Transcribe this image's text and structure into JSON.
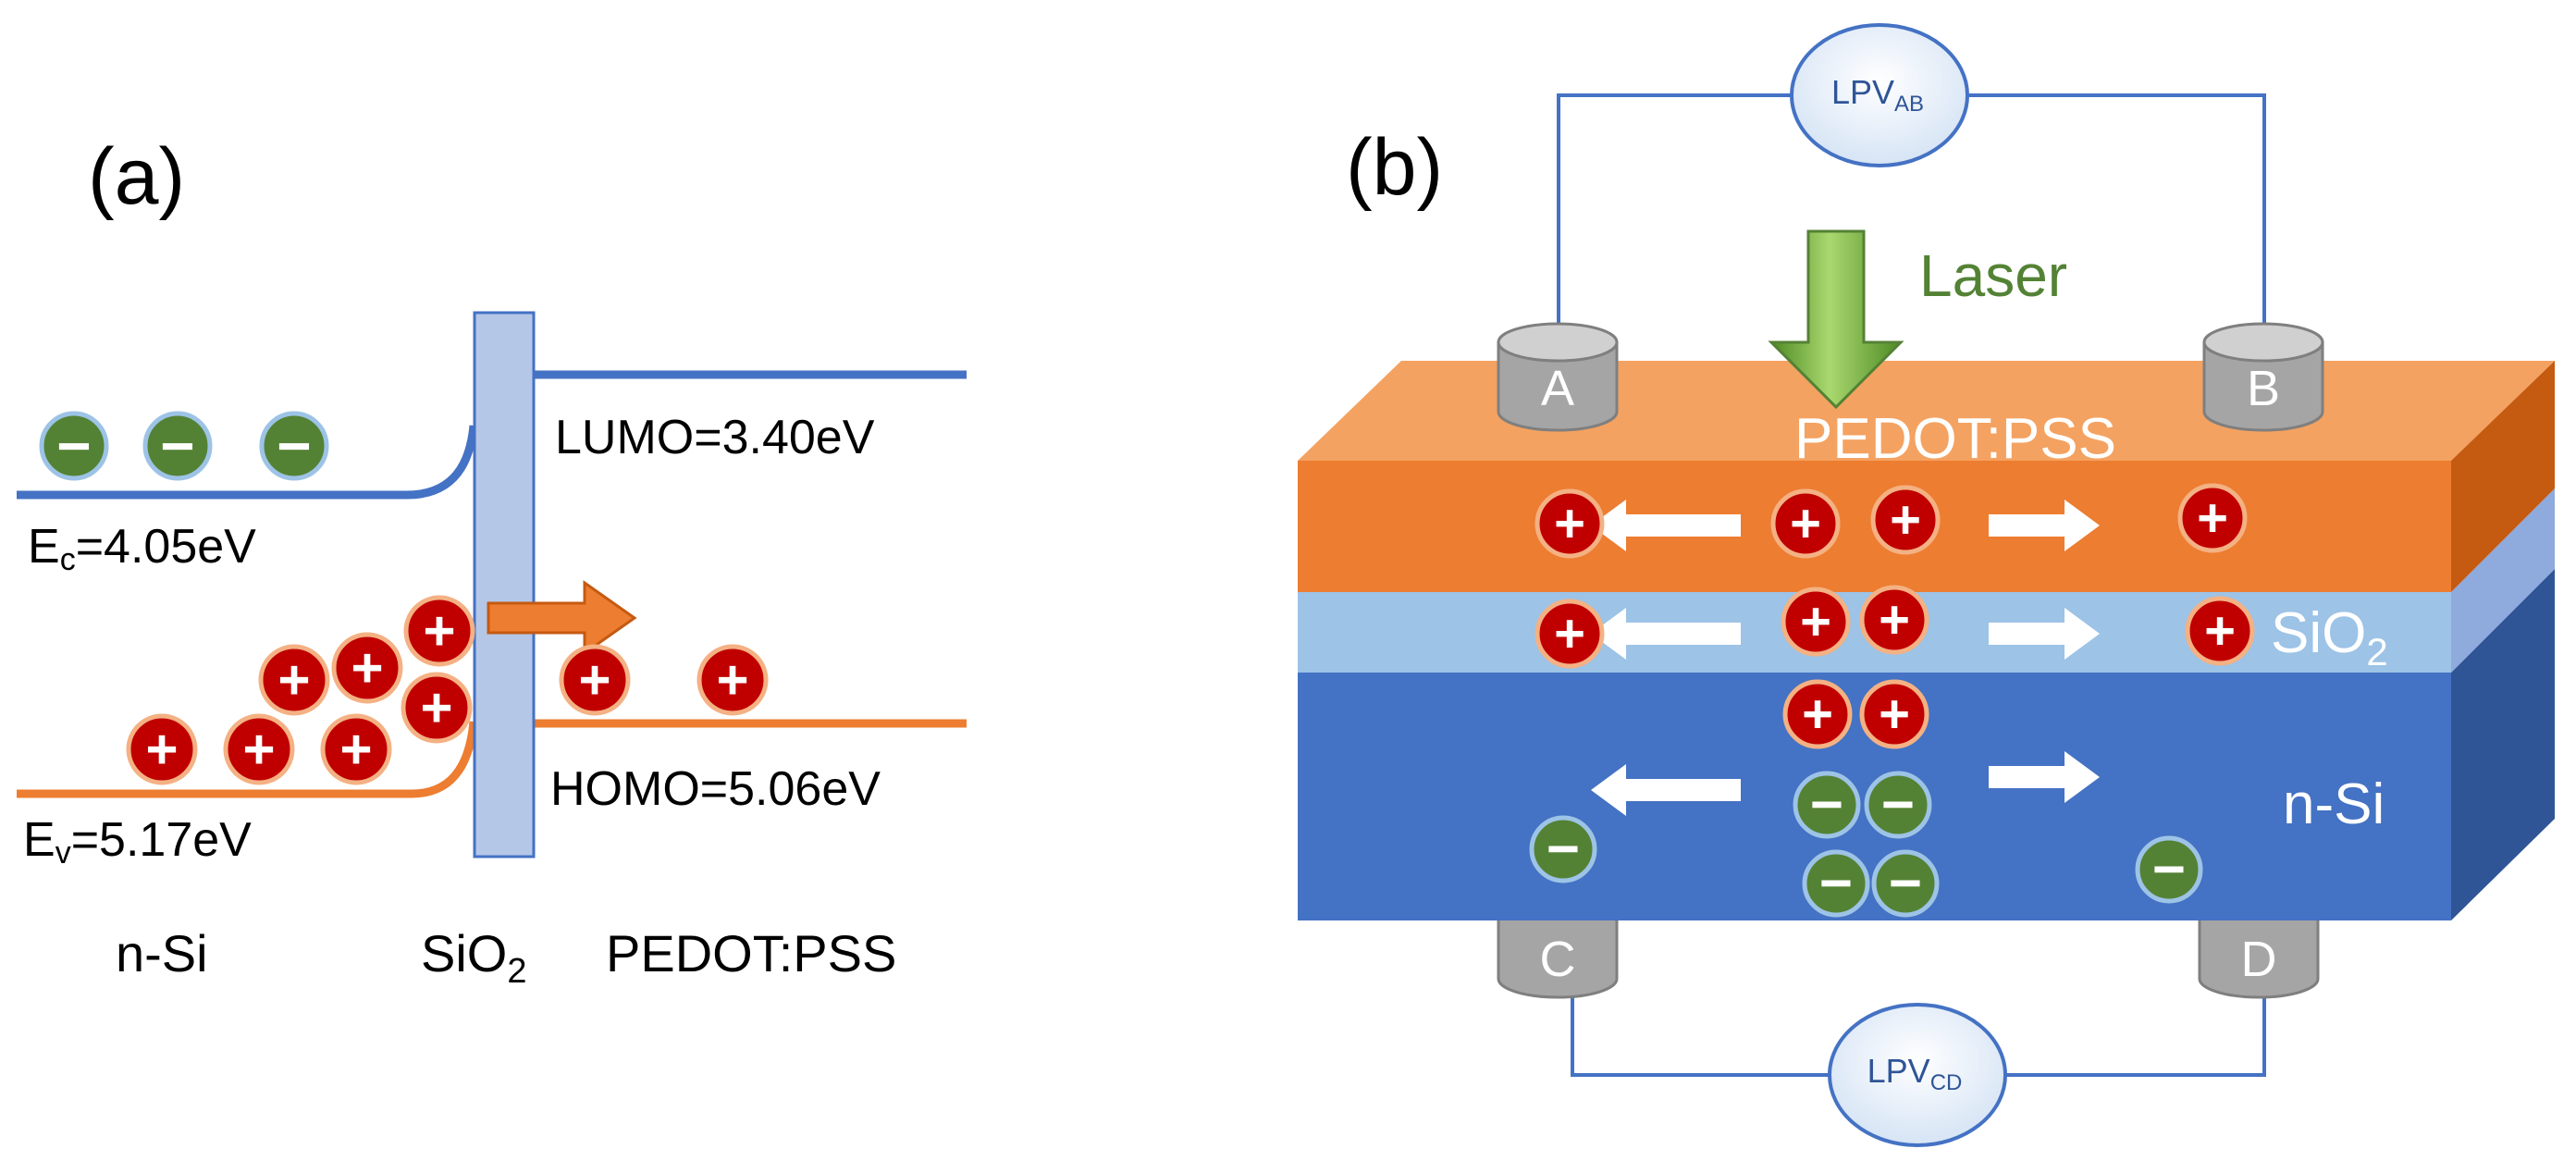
{
  "panel_a": {
    "label": "(a)",
    "ec_main": "E",
    "ec_sub": "c",
    "ec_value": "=4.05eV",
    "ev_main": "E",
    "ev_sub": "v",
    "ev_value": "=5.17eV",
    "lumo": "LUMO=3.40eV",
    "homo": "HOMO=5.06eV",
    "layer_nsi": "n-Si",
    "layer_sio2_main": "SiO",
    "layer_sio2_sub": "2",
    "layer_pedot": "PEDOT:PSS"
  },
  "panel_b": {
    "label": "(b)",
    "laser": "Laser",
    "pedot": "PEDOT:PSS",
    "sio2_main": "SiO",
    "sio2_sub": "2",
    "nsi": "n-Si",
    "electrode_a": "A",
    "electrode_b": "B",
    "electrode_c": "C",
    "electrode_d": "D",
    "meter_ab_main": "LPV",
    "meter_ab_sub": "AB",
    "meter_cd_main": "LPV",
    "meter_cd_sub": "CD"
  },
  "symbols": {
    "plus": "+",
    "minus": "−"
  },
  "colors": {
    "conduction_band": "#4472C4",
    "valence_band": "#ED7D31",
    "barrier": "#B4C7E7",
    "hole": "#C00000",
    "electron": "#548235",
    "pedot_layer": "#ED7D31",
    "sio2_layer": "#9DC3E6",
    "nsi_layer": "#4472C4",
    "laser_arrow": "#70AD47",
    "electrode": "#A5A5A5",
    "wire": "#4472C4"
  }
}
